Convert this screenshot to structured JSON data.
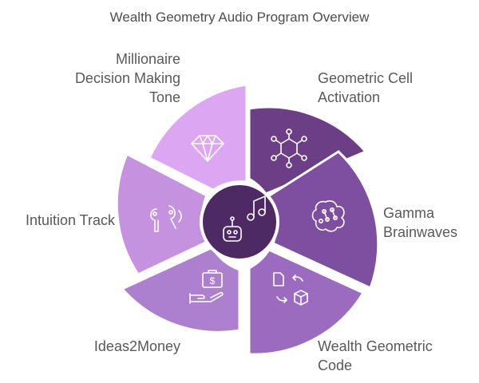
{
  "title": "Wealth Geometry Audio Program Overview",
  "segments": [
    {
      "label_lines": [
        "Geometric Cell",
        "Activation"
      ],
      "color": "#6b3e85",
      "icon": "molecule-icon"
    },
    {
      "label_lines": [
        "Gamma",
        "Brainwaves"
      ],
      "color": "#7e4fa0",
      "icon": "brain-icon"
    },
    {
      "label_lines": [
        "Wealth Geometric",
        "Code"
      ],
      "color": "#9b6bc0",
      "icon": "document-cube-exchange-icon"
    },
    {
      "label_lines": [
        "Ideas2Money"
      ],
      "color": "#ad80cf",
      "icon": "money-hand-icon"
    },
    {
      "label_lines": [
        "Intuition Track"
      ],
      "color": "#c592e0",
      "icon": "earbuds-icon"
    },
    {
      "label_lines": [
        "Millionaire",
        "Decision Making",
        "Tone"
      ],
      "color": "#dca6f2",
      "icon": "diamond-icon"
    }
  ],
  "center": {
    "color": "#4e2a65",
    "icon": "robot-music-icon"
  }
}
